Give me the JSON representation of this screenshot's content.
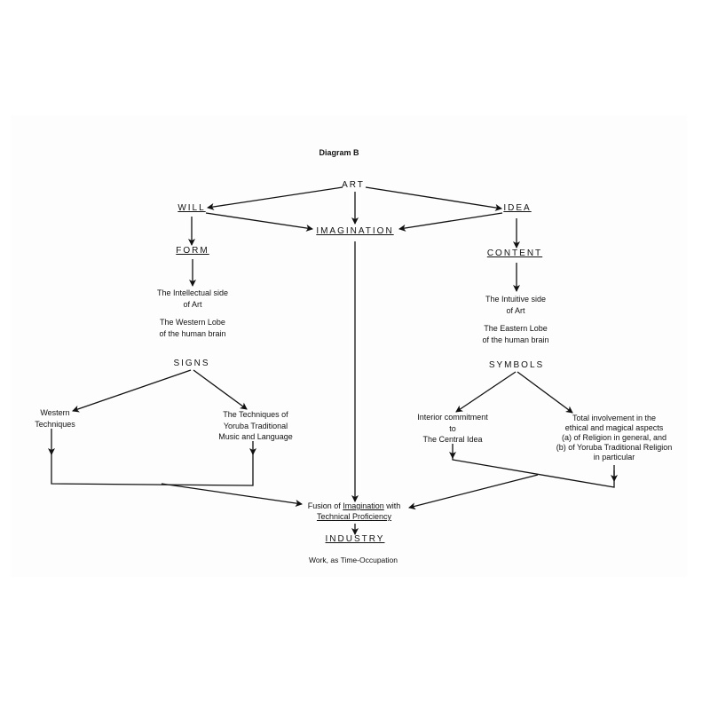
{
  "title": "Diagram B",
  "nodes": {
    "art": "ART",
    "will": "WILL",
    "idea": "IDEA",
    "imagination": "IMAGINATION",
    "form": "FORM",
    "content": "CONTENT",
    "left_desc": [
      "The Intellectual side",
      "of Art"
    ],
    "left_lobe": [
      "The Western Lobe",
      "of the human brain"
    ],
    "right_desc": [
      "The Intuitive side",
      "of Art"
    ],
    "right_lobe": [
      "The Eastern Lobe",
      "of the human brain"
    ],
    "signs": "SIGNS",
    "symbols": "SYMBOLS",
    "western": [
      "Western",
      "Techniques"
    ],
    "yoruba_tech": [
      "The Techniques of",
      "Yoruba Traditional",
      "Music and Language"
    ],
    "interior": [
      "Interior commitment",
      "to",
      "The Central Idea"
    ],
    "total": [
      "Total involvement in the",
      "ethical and magical aspects",
      "(a) of Religion in general, and",
      "(b) of Yoruba Traditional Religion",
      "in particular"
    ],
    "fusion_pre": "Fusion of ",
    "fusion_word": "Imagination",
    "fusion_post": " with",
    "fusion_line2": "Technical Proficiency",
    "industry": "INDUSTRY",
    "work": "Work, as Time-Occupation"
  }
}
